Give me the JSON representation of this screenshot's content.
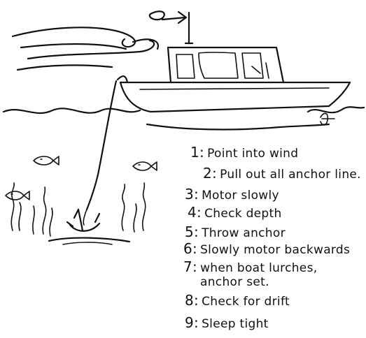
{
  "steps": [
    {
      "num": "1:",
      "text": "Point into wind"
    },
    {
      "num": "2:",
      "text": "Pull out all anchor line."
    },
    {
      "num": "3:",
      "text": "Motor slowly"
    },
    {
      "num": "4:",
      "text": "Check depth"
    },
    {
      "num": "5:",
      "text": "Throw anchor"
    },
    {
      "num": "6:",
      "text": "Slowly motor backwards"
    },
    {
      "num": "7:",
      "text": "when boat lurches,"
    },
    {
      "num": "",
      "text": "anchor set."
    },
    {
      "num": "8:",
      "text": "Check for drift"
    },
    {
      "num": "9:",
      "text": "Sleep tight"
    }
  ]
}
